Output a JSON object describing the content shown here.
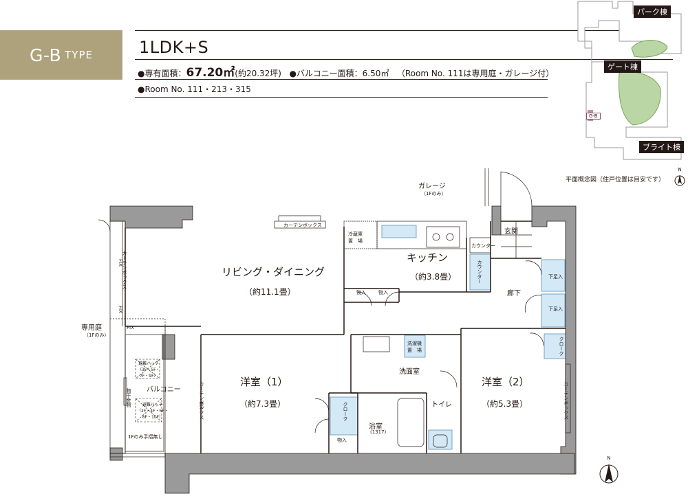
{
  "header": {
    "type_code": "G-B",
    "type_suffix": "TYPE",
    "layout": "1LDK+S",
    "spec_line_prefix": "●専有面積：",
    "spec_area": "67.20㎡",
    "spec_area_tsubo": "(約20.32坪)",
    "spec_balcony": "●バルコニー面積：6.50㎡",
    "spec_note": "（Room No. 111は専用庭・ガレージ付）",
    "room_numbers": "●Room No. 111・213・315"
  },
  "keymap": {
    "labels": [
      "パーク棟",
      "ゲート棟",
      "ブライト棟"
    ],
    "unit_tag": "G-B",
    "caption": "平面概念図（住戸位置は目安です）",
    "compass": "N"
  },
  "plan": {
    "garage": "ガレージ",
    "garage_note": "（1Fのみ）",
    "private_garden": "専用庭",
    "private_garden_note": "（1Fのみ）",
    "living": "リビング・ダイニング",
    "living_size": "（約11.1畳）",
    "kitchen": "キッチン",
    "kitchen_size": "（約3.8畳）",
    "fridge": "冷蔵庫\n置　場",
    "counter": "カウンター",
    "counter2": "カウンター",
    "storage": "物入",
    "entrance": "玄関",
    "shoe": "下足入",
    "hall": "廊下",
    "cloak": "クローク",
    "wash_room": "洗面室",
    "washer": "洗濯機\n置　場",
    "bath": "浴室",
    "bath_size": "(1317)",
    "toilet": "トイレ",
    "room1": "洋室（1）",
    "room1_size": "（約7.3畳）",
    "room2": "洋室（2）",
    "room2_size": "（約5.3畳）",
    "balcony": "バルコニー",
    "hatch1": "避難ハッチ\n（3F・5F・\n7F・9F）",
    "hatch2": "避難ハッチ\n（2F・4F・6F・\n8F・10F）",
    "rail_note": "1Fのみ手摺無し",
    "curtain_box": "カーテンボックス",
    "fix": "FIX",
    "clothes": "物干金物",
    "compass": "N"
  }
}
